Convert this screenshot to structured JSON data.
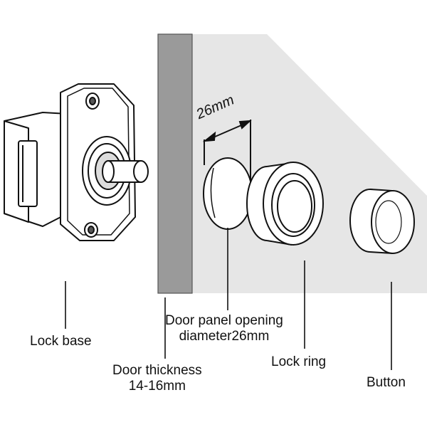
{
  "labels": {
    "lock_base": "Lock base",
    "door_thickness_line1": "Door thickness",
    "door_thickness_line2": "14-16mm",
    "panel_opening_line1": "Door panel opening",
    "panel_opening_line2": "diameter26mm",
    "lock_ring": "Lock ring",
    "button": "Button",
    "dimension": "26mm"
  },
  "colors": {
    "panel_fill": "#e6e6e6",
    "panel_edge": "#9a9a9a",
    "line": "#111111",
    "part_fill": "#ffffff"
  }
}
